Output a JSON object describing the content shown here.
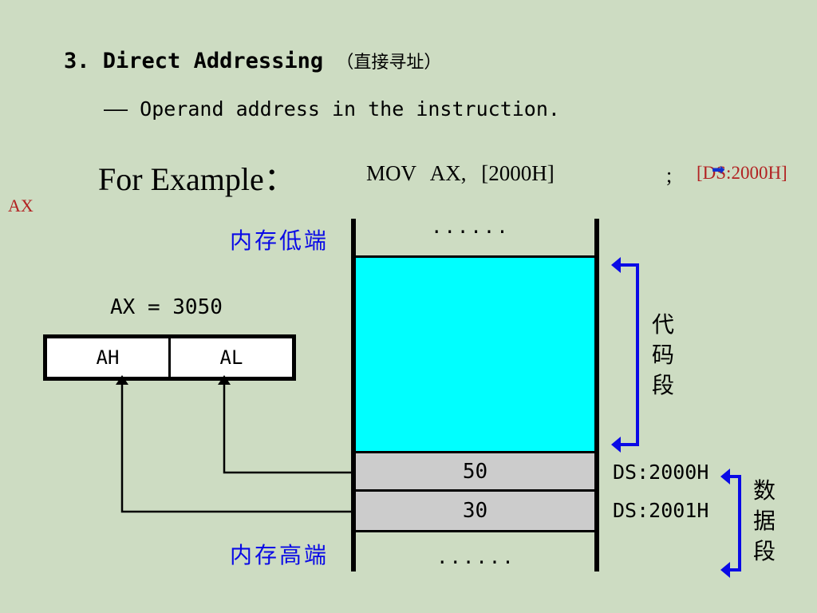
{
  "heading": {
    "number": "3.",
    "title": "Direct Addressing",
    "title_cn": "（直接寻址）",
    "subtitle": "—— Operand address in the instruction."
  },
  "example": {
    "label": "For Example：",
    "instruction": "MOV AX, [2000H]",
    "semicolon": ";",
    "comment": "[DS:2000H]",
    "comment_target": "AX"
  },
  "memory": {
    "low_label": "内存低端",
    "high_label": "内存高端",
    "top_ellipsis": "......",
    "bottom_ellipsis": "......",
    "cells": [
      {
        "value": "50",
        "address": "DS:2000H"
      },
      {
        "value": "30",
        "address": "DS:2001H"
      }
    ],
    "code_segment_label": "代码段",
    "data_segment_label": "数据段"
  },
  "register": {
    "value_text": "AX = 3050",
    "high": "AH",
    "low": "AL"
  },
  "colors": {
    "background": "#cddcc2",
    "code_segment": "#00ffff",
    "memory_cell": "#cccccc",
    "accent_blue": "#0a0ae6",
    "comment_red": "#b22222"
  }
}
